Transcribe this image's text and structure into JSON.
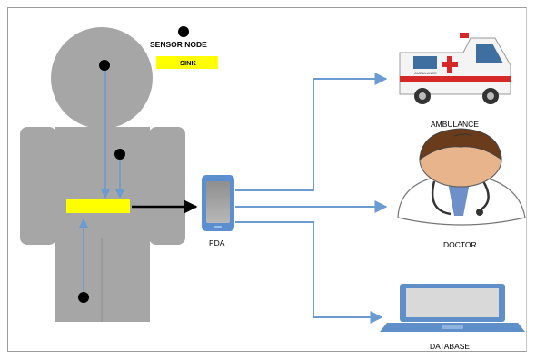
{
  "legend": {
    "sensor_node": "SENSOR NODE",
    "sink": "SINK"
  },
  "device": {
    "label": "PDA"
  },
  "destinations": {
    "ambulance": "AMBULANCE",
    "doctor": "DOCTOR",
    "database": "DATABASE"
  },
  "ambulance_decal": "AMBULANCE",
  "colors": {
    "body_gray": "#a6a6a6",
    "sink_yellow": "#ffff00",
    "arrow_blue": "#6b9bd1",
    "sensor_black": "#000000",
    "pda_blue": "#5b8fcf",
    "laptop_blue": "#5f8fc9"
  }
}
